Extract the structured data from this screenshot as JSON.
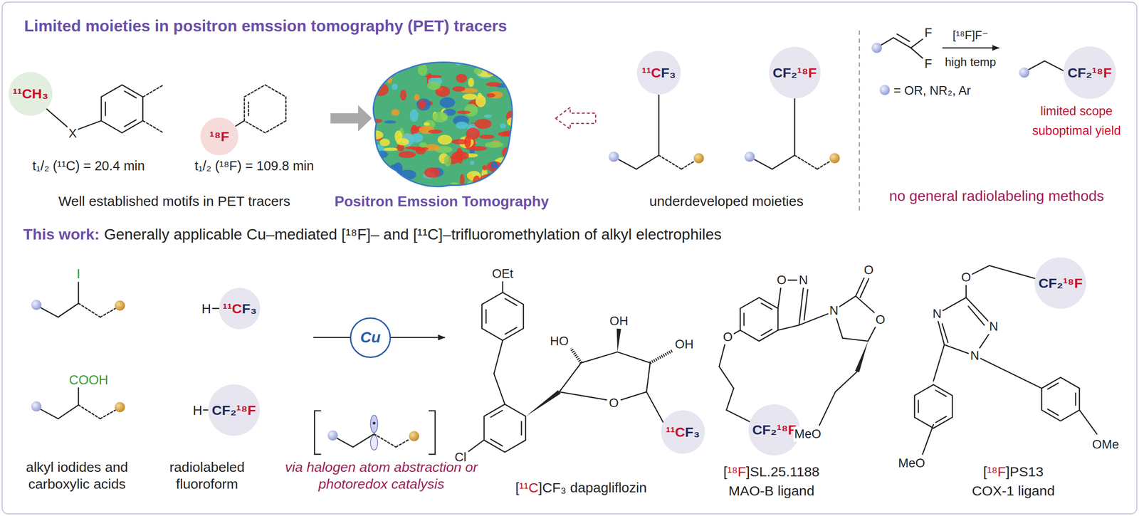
{
  "diagram": {
    "title": "Limited moieties in positron emssion tomography (PET) tracers",
    "nodes": [
      {
        "text": [
          "¹¹CH₃"
        ]
      },
      {
        "text": [
          "¹⁸F"
        ]
      },
      {
        "text": [
          "¹¹C",
          "F₃"
        ]
      },
      {
        "text": [
          "CF₂",
          "¹⁸F"
        ]
      },
      {
        "text": [
          "CF₂",
          "¹⁸F"
        ]
      },
      {
        "text": [
          "¹¹C",
          "F₃"
        ]
      },
      {
        "text": [
          "CF₂",
          "¹⁸F"
        ]
      },
      {
        "text": [
          "Cu"
        ]
      },
      {
        "text": [
          "¹¹C",
          "F₃"
        ]
      },
      {
        "text": [
          "CF₂",
          "¹⁸F"
        ]
      },
      {
        "text": [
          "CF₂",
          "¹⁸F"
        ]
      }
    ],
    "labels": [
      "X",
      "t₁/₂ (¹¹C) = 20.4 min",
      "t₁/₂ (¹⁸F) = 109.8 min",
      "Well established motifs in PET tracers",
      "Positron Emssion Tomography",
      "underdeveloped moieties",
      "F",
      "F",
      "[¹⁸F]F⁻",
      "high temp",
      "= OR, NR₂, Ar",
      "limited scope",
      "suboptimal yield",
      "no general radiolabeling methods",
      "This work:",
      "Generally applicable Cu–mediated [¹⁸F]– and [¹¹C]–trifluoromethylation of alkyl electrophiles",
      "I",
      "H",
      "COOH",
      "H",
      "alkyl iodides and carboxylic acids",
      "radiolabeled fluoroform",
      "via halogen atom abstraction or photoredox catalysis",
      "OEt",
      "HO",
      "OH",
      "OH",
      "O",
      "Cl",
      "[",
      "¹¹C",
      "]CF₃ dapagliflozin",
      "O",
      "N",
      "O",
      "N",
      "O",
      "O",
      "MeO",
      "[",
      "¹⁸F",
      "]SL.25.1188",
      "MAO-B ligand",
      "O",
      "N",
      "N",
      "N",
      "MeO",
      "OMe",
      "[",
      "¹⁸F",
      "]PS13",
      "COX-1 ligand"
    ]
  }
}
